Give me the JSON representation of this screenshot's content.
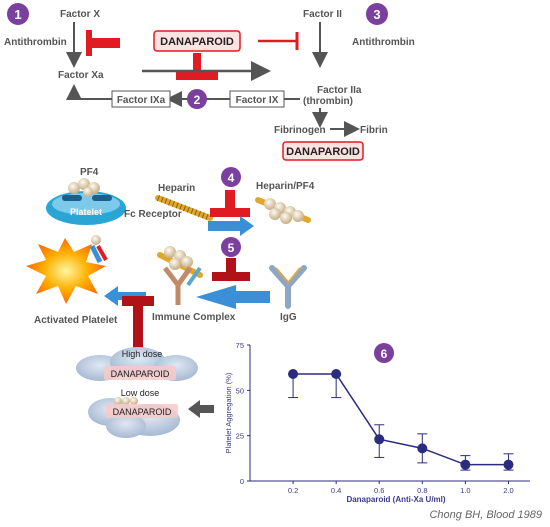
{
  "steps": {
    "s1": "1",
    "s2": "2",
    "s3": "3",
    "s4": "4",
    "s5": "5",
    "s6": "6"
  },
  "coag": {
    "factor_x": "Factor X",
    "antithrombin_left": "Antithrombin",
    "factor_xa": "Factor Xa",
    "factor_ii": "Factor II",
    "antithrombin_right": "Antithrombin",
    "factor_iia": "Factor IIa",
    "thrombin": "(thrombin)",
    "factor_ixa": "Factor IXa",
    "factor_ix": "Factor IX",
    "fibrinogen": "Fibrinogen",
    "fibrin": "Fibrin",
    "danaparoid_top": "DANAPAROID",
    "danaparoid_fibrin": "DANAPAROID"
  },
  "hit": {
    "pf4": "PF4",
    "platelet": "Platelet",
    "fc_receptor": "Fc Receptor",
    "heparin": "Heparin",
    "heparin_pf4": "Heparin/PF4",
    "immune_complex": "Immune  Complex",
    "igg": "IgG",
    "activated_platelet": "Activated Platelet",
    "high_dose": "High dose",
    "danaparoid_high": "DANAPAROID",
    "low_dose": "Low dose",
    "danaparoid_low": "DANAPAROID"
  },
  "colors": {
    "purple": "#7b3f9e",
    "red": "#e01b22",
    "darkred": "#b01218",
    "blue": "#3b8fd6",
    "navy": "#2b2b80"
  },
  "chart_data": {
    "type": "line",
    "x": [
      "0.2",
      "0.4",
      "0.6",
      "0.8",
      "1.0",
      "2.0"
    ],
    "values": [
      59,
      59,
      23,
      18,
      9,
      9
    ],
    "error_low": [
      46,
      46,
      13,
      10,
      6,
      6
    ],
    "error_high": [
      59,
      59,
      31,
      26,
      14,
      15
    ],
    "ylim": [
      0,
      75
    ],
    "yticks": [
      0,
      25,
      50,
      75
    ],
    "ylabel": "Platelet Aggregation (%)",
    "xlabel": "Danaparoid (Anti-Xa U/ml)"
  },
  "citation": "Chong BH, Blood 1989"
}
